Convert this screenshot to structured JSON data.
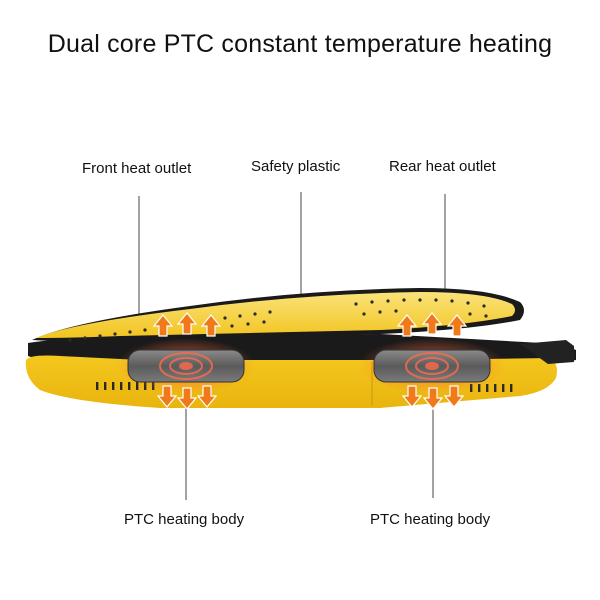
{
  "title": "Dual core PTC constant temperature heating",
  "callouts": {
    "front_heat_outlet": "Front heat outlet",
    "safety_plastic": "Safety plastic",
    "rear_heat_outlet": "Rear heat outlet",
    "ptc_left": "PTC heating body",
    "ptc_right": "PTC heating body"
  },
  "colors": {
    "body_yellow": "#f2c218",
    "top_yellow": "#f7d84a",
    "black_trim": "#1a1a1a",
    "heater_grey": "#6e6e6e",
    "arrow_orange": "#f07a1a",
    "leader_line": "#444444"
  }
}
